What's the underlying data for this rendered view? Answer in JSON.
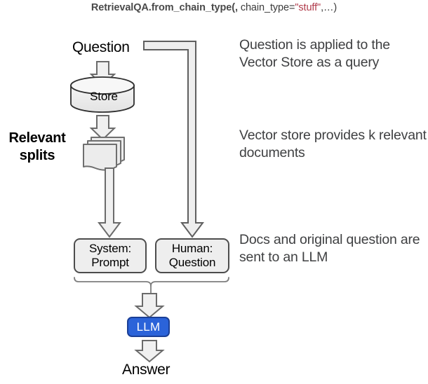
{
  "title": {
    "fn": "RetrievalQA.from_chain_type(,",
    "arg": " chain_type=",
    "string": "\"stuff\"",
    "tail": ",…)"
  },
  "diagram": {
    "type": "flowchart",
    "nodes": {
      "question": {
        "label": "Question",
        "shape": "text"
      },
      "store": {
        "label": "Store",
        "shape": "cylinder"
      },
      "splits_label": {
        "line1": "Relevant",
        "line2": "splits",
        "shape": "text"
      },
      "documents": {
        "label": "",
        "shape": "document-stack",
        "count": 3
      },
      "system_prompt": {
        "line1": "System:",
        "line2": "Prompt",
        "shape": "rounded-rect"
      },
      "human_question": {
        "line1": "Human:",
        "line2": "Question",
        "shape": "rounded-rect"
      },
      "llm": {
        "label": "LLM",
        "shape": "rounded-rect",
        "color": "#2b63d9",
        "text_color": "#ffffff"
      },
      "answer": {
        "label": "Answer",
        "shape": "text"
      }
    },
    "edges": [
      {
        "from": "question",
        "to": "store",
        "style": "block-arrow-down"
      },
      {
        "from": "store",
        "to": "documents",
        "style": "block-arrow-down"
      },
      {
        "from": "documents",
        "to": "system_prompt",
        "style": "block-arrow-down-long"
      },
      {
        "from": "question",
        "to": "human_question",
        "style": "elbow-block-arrow"
      },
      {
        "from": "prompt-brace",
        "to": "llm",
        "style": "block-arrow-down"
      },
      {
        "from": "llm",
        "to": "answer",
        "style": "block-arrow-down"
      }
    ],
    "brace": {
      "spans": [
        "system_prompt",
        "human_question"
      ]
    }
  },
  "annotations": [
    {
      "id": "annot-1",
      "text": "Question is applied to the Vector Store as a query"
    },
    {
      "id": "annot-2",
      "text": "Vector store provides k relevant documents"
    },
    {
      "id": "annot-3",
      "text": "Docs and original question are sent to an LLM"
    }
  ],
  "colors": {
    "shape_fill": "#eeeeee",
    "shape_stroke": "#4d4d4d",
    "arrow_fill": "#f0f0f0",
    "arrow_stroke": "#6b6b6b",
    "llm_blue": "#2b63d9",
    "code_string": "#b03a4a",
    "annotation_text": "#3f4042"
  }
}
